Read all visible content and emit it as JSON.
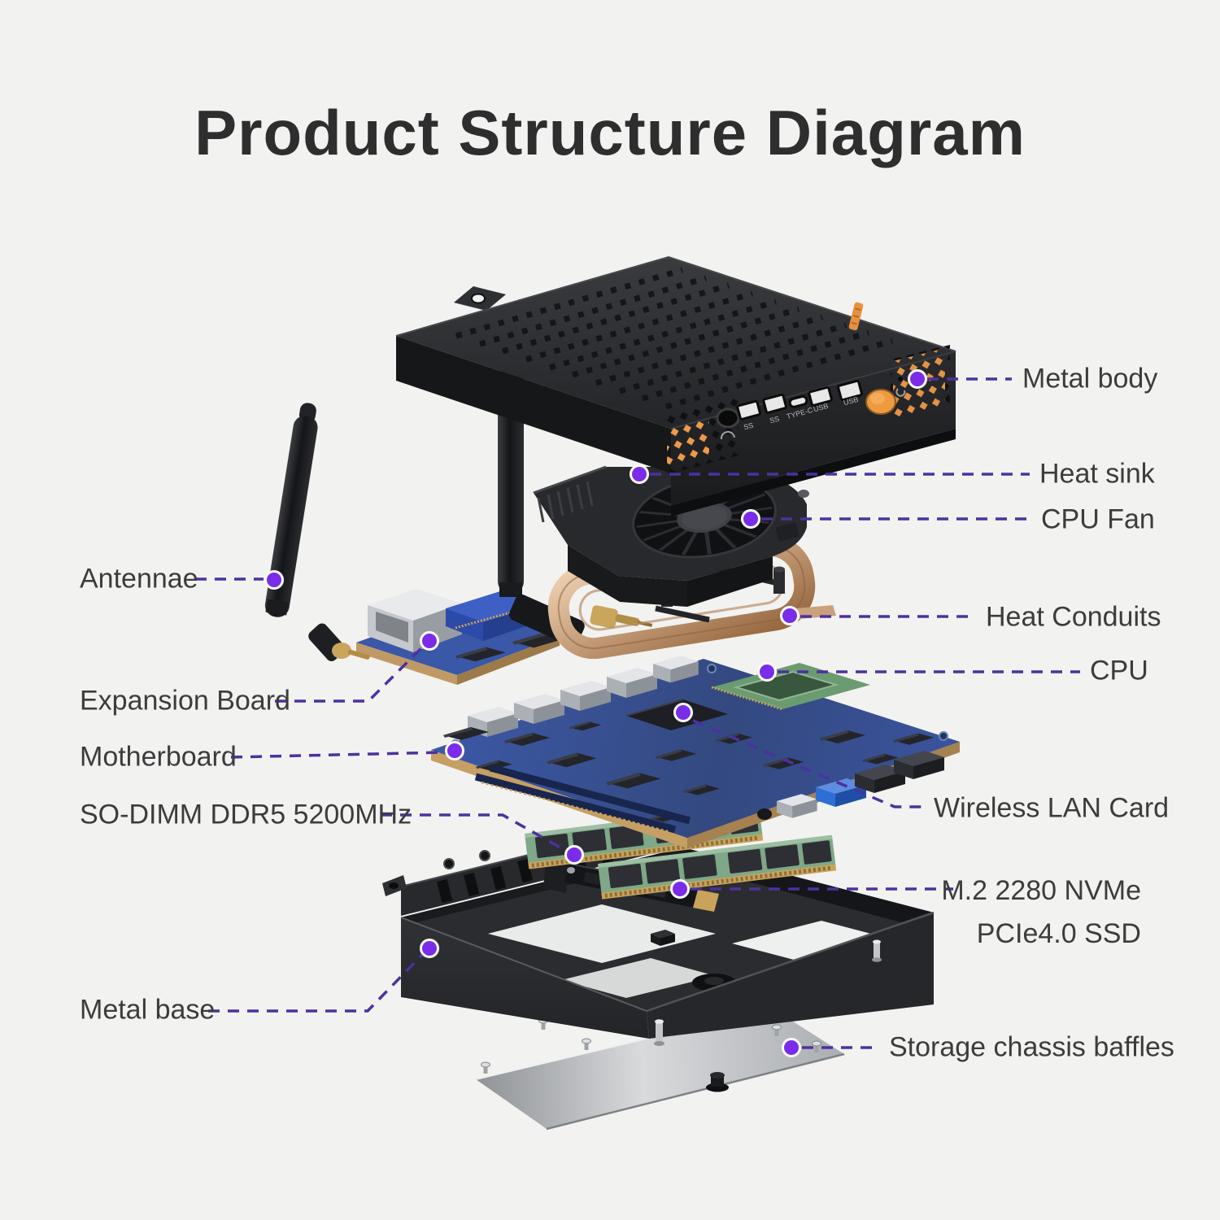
{
  "title": "Product Structure Diagram",
  "labels": {
    "metal_body": "Metal body",
    "heat_sink": "Heat sink",
    "cpu_fan": "CPU Fan",
    "heat_conduits": "Heat Conduits",
    "cpu": "CPU",
    "wireless_lan_card": "Wireless LAN Card",
    "m2_ssd_line1": "M.2 2280 NVMe",
    "m2_ssd_line2": "PCIe4.0 SSD",
    "storage_chassis_baffles": "Storage chassis baffles",
    "antennae": "Antennae",
    "expansion_board": "Expansion Board",
    "motherboard": "Motherboard",
    "so_dimm": "SO-DIMM DDR5 5200MHz",
    "metal_base": "Metal base"
  },
  "device": {
    "front_ports": [
      "SS",
      "SS",
      "TYPE-C",
      "USB",
      "USB"
    ]
  },
  "colors": {
    "background": "#f2f2f1",
    "title": "#2e2e2e",
    "label_text": "#3c3c3c",
    "leader": "#4c319f",
    "dot": "#7b2ce8",
    "accent_orange": "#ef9a49",
    "pcb_blue": "#3a55a2",
    "ram_green": "#7ea887",
    "copper": "#c39b77",
    "chassis_black": "#232428",
    "plate_silver": "#c7c9cc"
  }
}
